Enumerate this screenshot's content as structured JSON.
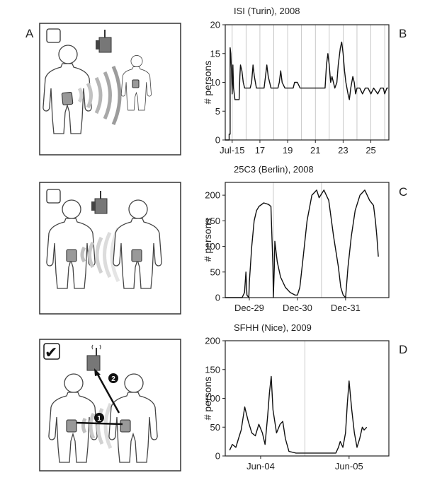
{
  "panel_labels": {
    "a": "A",
    "b": "B",
    "c": "C",
    "d": "D"
  },
  "diagram": {
    "check_mark": "✔",
    "step_1": "1",
    "step_2": "2",
    "icons": [
      "empty-checkbox",
      "checked-checkbox",
      "person-with-rfid-badge",
      "rfid-reader-antenna",
      "radio-waves"
    ]
  },
  "chart_data": [
    {
      "type": "line",
      "title": "ISI (Turin), 2008",
      "ylabel": "# persons",
      "xlabel": "",
      "ylim": [
        0,
        20
      ],
      "xlim": [
        14.5,
        26.3
      ],
      "yticks": [
        "0",
        "5",
        "10",
        "15",
        "20"
      ],
      "xticks": [
        {
          "x": 15,
          "label": "Jul-15"
        },
        {
          "x": 17,
          "label": "17"
        },
        {
          "x": 19,
          "label": "19"
        },
        {
          "x": 21,
          "label": "21"
        },
        {
          "x": 23,
          "label": "23"
        },
        {
          "x": 25,
          "label": "25"
        }
      ],
      "day_lines": [
        15,
        16,
        17,
        18,
        19,
        20,
        21,
        22,
        23,
        24,
        25,
        26
      ],
      "grid": "vertical day lines",
      "points": [
        [
          14.5,
          0
        ],
        [
          14.78,
          0
        ],
        [
          14.78,
          1
        ],
        [
          14.85,
          1
        ],
        [
          14.85,
          16
        ],
        [
          14.9,
          15
        ],
        [
          14.95,
          12
        ],
        [
          15.0,
          8
        ],
        [
          15.05,
          13
        ],
        [
          15.1,
          9
        ],
        [
          15.2,
          7
        ],
        [
          15.5,
          7
        ],
        [
          15.55,
          11
        ],
        [
          15.6,
          13
        ],
        [
          15.7,
          12
        ],
        [
          15.8,
          10
        ],
        [
          15.9,
          9
        ],
        [
          16.0,
          9
        ],
        [
          16.3,
          9
        ],
        [
          16.4,
          10
        ],
        [
          16.5,
          13
        ],
        [
          16.6,
          11
        ],
        [
          16.75,
          9
        ],
        [
          17.0,
          9
        ],
        [
          17.3,
          9
        ],
        [
          17.4,
          11
        ],
        [
          17.5,
          13
        ],
        [
          17.6,
          11
        ],
        [
          17.8,
          9
        ],
        [
          18.0,
          9
        ],
        [
          18.3,
          9
        ],
        [
          18.4,
          10
        ],
        [
          18.5,
          12
        ],
        [
          18.6,
          10
        ],
        [
          18.8,
          9
        ],
        [
          19.2,
          9
        ],
        [
          19.4,
          9
        ],
        [
          19.5,
          10
        ],
        [
          19.7,
          10
        ],
        [
          19.9,
          9
        ],
        [
          20.5,
          9
        ],
        [
          21.0,
          9
        ],
        [
          21.7,
          9
        ],
        [
          21.8,
          13
        ],
        [
          21.9,
          15
        ],
        [
          22.0,
          13
        ],
        [
          22.1,
          10
        ],
        [
          22.2,
          11
        ],
        [
          22.4,
          9
        ],
        [
          22.55,
          10
        ],
        [
          22.65,
          13
        ],
        [
          22.8,
          16
        ],
        [
          22.9,
          17
        ],
        [
          23.0,
          15
        ],
        [
          23.1,
          12
        ],
        [
          23.2,
          10
        ],
        [
          23.35,
          8
        ],
        [
          23.45,
          7
        ],
        [
          23.55,
          9
        ],
        [
          23.7,
          11
        ],
        [
          23.8,
          10
        ],
        [
          23.9,
          8
        ],
        [
          24.0,
          9
        ],
        [
          24.2,
          9
        ],
        [
          24.4,
          8
        ],
        [
          24.6,
          9
        ],
        [
          24.8,
          9
        ],
        [
          25.0,
          8
        ],
        [
          25.2,
          9
        ],
        [
          25.5,
          8
        ],
        [
          25.7,
          9
        ],
        [
          25.9,
          9
        ],
        [
          26.0,
          8
        ],
        [
          26.15,
          9
        ],
        [
          26.25,
          9
        ]
      ]
    },
    {
      "type": "line",
      "title": "25C3 (Berlin), 2008",
      "ylabel": "# persons",
      "xlabel": "",
      "ylim": [
        0,
        225
      ],
      "xlim": [
        28.5,
        31.9
      ],
      "yticks": [
        "0",
        "50",
        "100",
        "150",
        "200"
      ],
      "xticks": [
        {
          "x": 29,
          "label": "Dec-29"
        },
        {
          "x": 30,
          "label": "Dec-30"
        },
        {
          "x": 31,
          "label": "Dec-31"
        }
      ],
      "day_lines": [
        29.5,
        30.5
      ],
      "grid": "vertical day lines",
      "points": [
        [
          28.5,
          0
        ],
        [
          28.85,
          0
        ],
        [
          28.9,
          10
        ],
        [
          28.93,
          50
        ],
        [
          28.95,
          5
        ],
        [
          28.99,
          0
        ],
        [
          29.0,
          30
        ],
        [
          29.05,
          100
        ],
        [
          29.1,
          150
        ],
        [
          29.15,
          170
        ],
        [
          29.2,
          178
        ],
        [
          29.3,
          185
        ],
        [
          29.4,
          182
        ],
        [
          29.45,
          178
        ],
        [
          29.49,
          60
        ],
        [
          29.5,
          0
        ],
        [
          29.52,
          60
        ],
        [
          29.53,
          110
        ],
        [
          29.58,
          70
        ],
        [
          29.65,
          40
        ],
        [
          29.75,
          20
        ],
        [
          29.85,
          10
        ],
        [
          29.95,
          5
        ],
        [
          30.0,
          5
        ],
        [
          30.05,
          20
        ],
        [
          30.12,
          80
        ],
        [
          30.2,
          150
        ],
        [
          30.3,
          200
        ],
        [
          30.4,
          210
        ],
        [
          30.45,
          195
        ],
        [
          30.55,
          210
        ],
        [
          30.65,
          190
        ],
        [
          30.75,
          120
        ],
        [
          30.85,
          60
        ],
        [
          30.9,
          20
        ],
        [
          30.95,
          5
        ],
        [
          31.0,
          0
        ],
        [
          31.05,
          60
        ],
        [
          31.12,
          120
        ],
        [
          31.2,
          170
        ],
        [
          31.3,
          200
        ],
        [
          31.4,
          210
        ],
        [
          31.5,
          190
        ],
        [
          31.58,
          180
        ],
        [
          31.62,
          150
        ],
        [
          31.65,
          120
        ],
        [
          31.68,
          80
        ]
      ]
    },
    {
      "type": "line",
      "title": "SFHH (Nice), 2009",
      "ylabel": "# persons",
      "xlabel": "",
      "ylim": [
        0,
        200
      ],
      "xlim": [
        3.6,
        5.45
      ],
      "yticks": [
        "0",
        "50",
        "100",
        "150",
        "200"
      ],
      "xticks": [
        {
          "x": 4.0,
          "label": "Jun-04"
        },
        {
          "x": 5.0,
          "label": "Jun-05"
        }
      ],
      "day_lines": [
        4.5
      ],
      "grid": "vertical day lines",
      "points": [
        [
          3.65,
          10
        ],
        [
          3.68,
          20
        ],
        [
          3.72,
          15
        ],
        [
          3.75,
          30
        ],
        [
          3.78,
          45
        ],
        [
          3.82,
          85
        ],
        [
          3.86,
          60
        ],
        [
          3.9,
          40
        ],
        [
          3.94,
          35
        ],
        [
          3.98,
          55
        ],
        [
          4.02,
          40
        ],
        [
          4.05,
          20
        ],
        [
          4.08,
          70
        ],
        [
          4.1,
          110
        ],
        [
          4.12,
          138
        ],
        [
          4.14,
          80
        ],
        [
          4.18,
          40
        ],
        [
          4.22,
          55
        ],
        [
          4.25,
          60
        ],
        [
          4.28,
          30
        ],
        [
          4.32,
          8
        ],
        [
          4.4,
          5
        ],
        [
          4.5,
          5
        ],
        [
          4.6,
          5
        ],
        [
          4.7,
          5
        ],
        [
          4.8,
          5
        ],
        [
          4.85,
          5
        ],
        [
          4.88,
          15
        ],
        [
          4.9,
          25
        ],
        [
          4.93,
          15
        ],
        [
          4.96,
          40
        ],
        [
          4.98,
          90
        ],
        [
          5.0,
          130
        ],
        [
          5.03,
          80
        ],
        [
          5.06,
          40
        ],
        [
          5.09,
          15
        ],
        [
          5.12,
          30
        ],
        [
          5.15,
          50
        ],
        [
          5.17,
          45
        ],
        [
          5.2,
          50
        ]
      ]
    }
  ]
}
